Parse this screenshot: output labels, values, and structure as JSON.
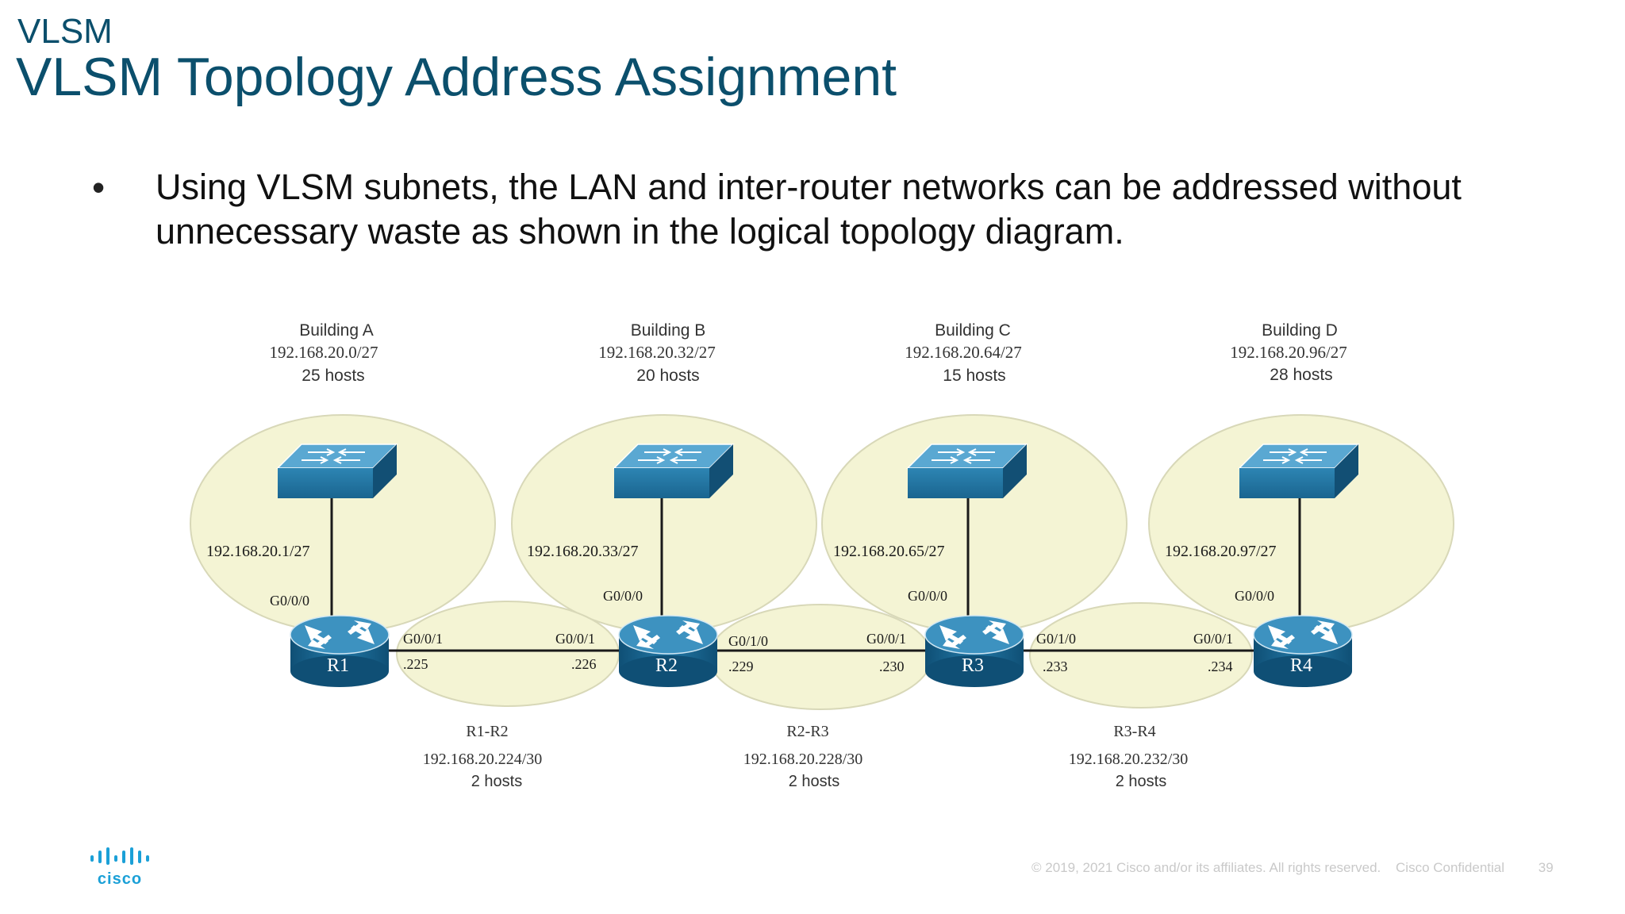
{
  "header": {
    "kicker": "VLSM",
    "title": "VLSM Topology Address Assignment"
  },
  "bullet": {
    "line1": "Using VLSM subnets, the LAN and inter-router networks can be addressed without",
    "line2": "unnecessary waste as shown in the logical topology diagram."
  },
  "buildings": [
    {
      "name": "Building A",
      "network": "192.168.20.0/27",
      "hosts": "25 hosts",
      "gateway": "192.168.20.1/27"
    },
    {
      "name": "Building B",
      "network": "192.168.20.32/27",
      "hosts": "20 hosts",
      "gateway": "192.168.20.33/27"
    },
    {
      "name": "Building C",
      "network": "192.168.20.64/27",
      "hosts": "15 hosts",
      "gateway": "192.168.20.65/27"
    },
    {
      "name": "Building D",
      "network": "192.168.20.96/27",
      "hosts": "28 hosts",
      "gateway": "192.168.20.97/27"
    }
  ],
  "routers": [
    {
      "name": "R1",
      "lan_interface": "G0/0/0"
    },
    {
      "name": "R2",
      "lan_interface": "G0/0/0"
    },
    {
      "name": "R3",
      "lan_interface": "G0/0/0"
    },
    {
      "name": "R4",
      "lan_interface": "G0/0/0"
    }
  ],
  "links": [
    {
      "name": "R1-R2",
      "network": "192.168.20.224/30",
      "hosts": "2 hosts",
      "left_interface": "G0/0/1",
      "left_address": ".225",
      "right_interface": "G0/0/1",
      "right_address": ".226"
    },
    {
      "name": "R2-R3",
      "network": "192.168.20.228/30",
      "hosts": "2 hosts",
      "left_interface": "G0/1/0",
      "left_address": ".229",
      "right_interface": "G0/0/1",
      "right_address": ".230"
    },
    {
      "name": "R3-R4",
      "network": "192.168.20.232/30",
      "hosts": "2 hosts",
      "left_interface": "G0/1/0",
      "left_address": ".233",
      "right_interface": "G0/0/1",
      "right_address": ".234"
    }
  ],
  "footer": {
    "copyright": "© 2019, 2021  Cisco and/or its affiliates. All rights reserved.",
    "confidential": "Cisco Confidential",
    "page_number": "39"
  },
  "logo": {
    "text": "cisco"
  },
  "colors": {
    "title": "#0b4f6c",
    "ellipse_fill": "#f4f4d4",
    "device_blue": "#1d6b96",
    "device_top": "#5aa8d2"
  },
  "icons": [
    "switch-icon",
    "router-icon",
    "cisco-logo"
  ]
}
